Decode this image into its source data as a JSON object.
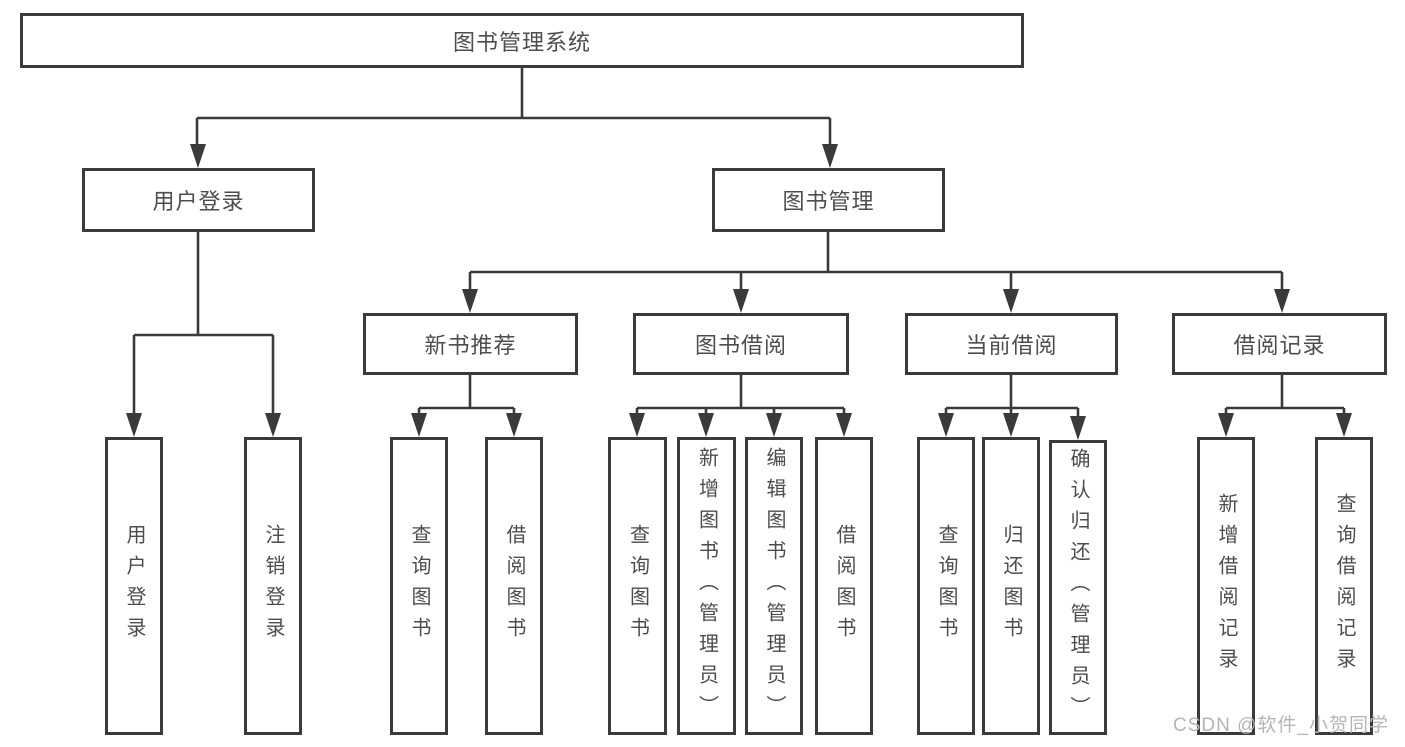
{
  "diagram": {
    "colors": {
      "line": "#3a3a3a",
      "text": "#4d4d4d",
      "background": "#ffffff",
      "watermark": "#b5b5b5"
    },
    "tree": {
      "label": "图书管理系统",
      "children": [
        {
          "label": "用户登录",
          "children": [
            {
              "label": "用户登录"
            },
            {
              "label": "注销登录"
            }
          ]
        },
        {
          "label": "图书管理",
          "children": [
            {
              "label": "新书推荐",
              "children": [
                {
                  "label": "查询图书"
                },
                {
                  "label": "借阅图书"
                }
              ]
            },
            {
              "label": "图书借阅",
              "children": [
                {
                  "label": "查询图书"
                },
                {
                  "label": "新增图书（管理员）"
                },
                {
                  "label": "编辑图书（管理员）"
                },
                {
                  "label": "借阅图书"
                }
              ]
            },
            {
              "label": "当前借阅",
              "children": [
                {
                  "label": "查询图书"
                },
                {
                  "label": "归还图书"
                },
                {
                  "label": "确认归还（管理员）"
                }
              ]
            },
            {
              "label": "借阅记录",
              "children": [
                {
                  "label": "新增借阅记录"
                },
                {
                  "label": "查询借阅记录"
                }
              ]
            }
          ]
        }
      ]
    },
    "watermark": "CSDN @软件_小贺同学"
  }
}
